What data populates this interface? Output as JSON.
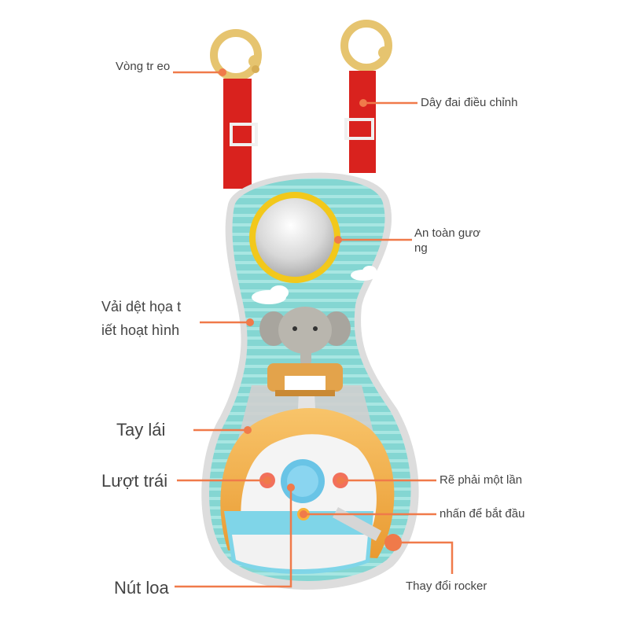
{
  "labels": {
    "hanging_ring": "Vòng tr eo",
    "adjustable_strap": "Dây đai điều chỉnh",
    "safety_mirror": "An toàn gươ ng",
    "cartoon_fabric": "Vải dệt họa t iết hoạt hình",
    "steering_wheel": "Tay lái",
    "turn_left": "Lượt trái",
    "turn_right": "Rẽ phải một lần",
    "press_start": "nhấn để bắt đầu",
    "speaker_button": "Nút loa",
    "rocker_change": "Thay đổi rocker"
  },
  "colors": {
    "accent": "#f07a4a",
    "strap": "#d9221e",
    "ring": "#e8c776",
    "fabric": "#7fd3cf",
    "mirror_frame": "#f2c81b",
    "wheel": "#f6b24a",
    "button": "#6cc6e8"
  },
  "icons": [
    "hanging-ring-icon",
    "strap-icon",
    "mirror-icon",
    "elephant-icon",
    "car-icon",
    "steering-wheel-icon",
    "speaker-icon",
    "rocker-lever-icon"
  ]
}
